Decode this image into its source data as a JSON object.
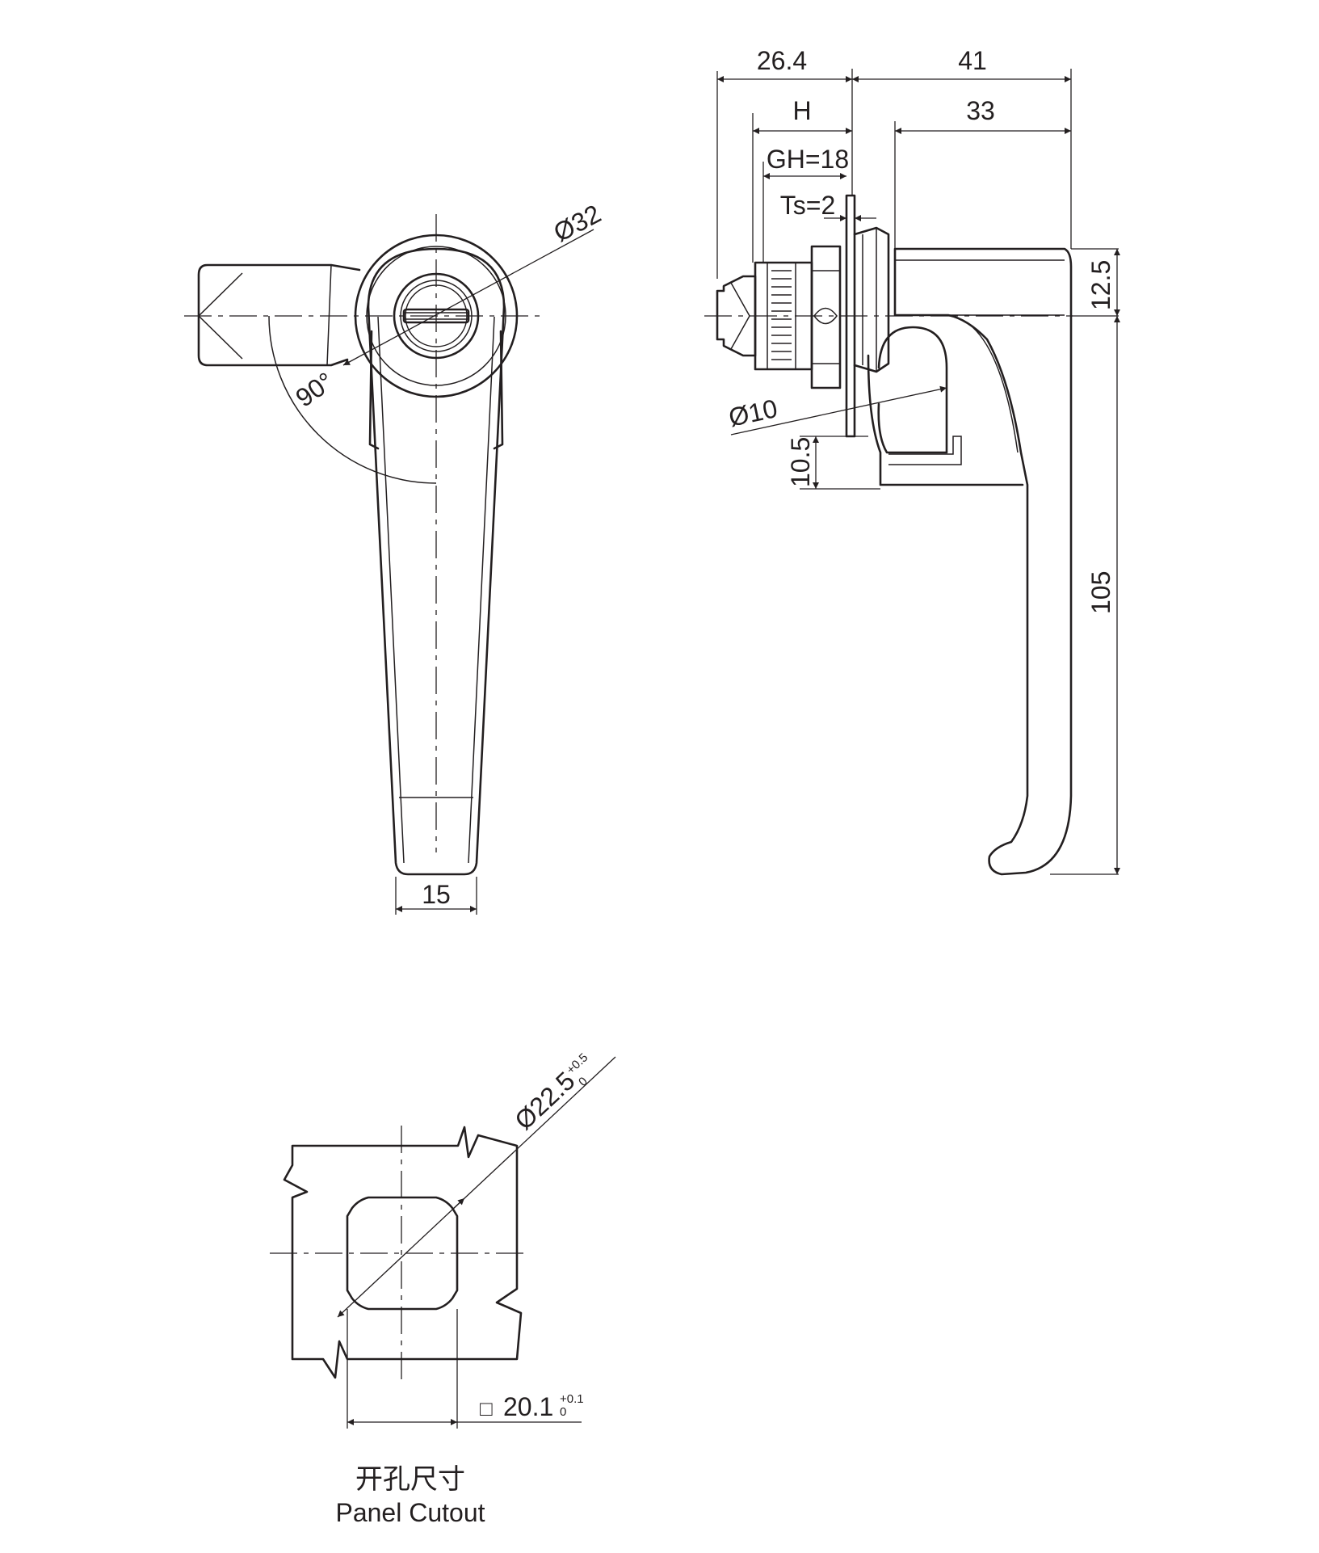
{
  "front_view": {
    "diameter_label": "Ø32",
    "angle_label": "90°",
    "width_label": "15"
  },
  "side_view": {
    "overall_depth_label": "26.4",
    "total_length_label": "41",
    "h_label": "H",
    "gh_label": "GH=18",
    "ts_label": "Ts=2",
    "handle_length_label": "33",
    "offset_label": "12.5",
    "height_label": "105",
    "hole_label": "Ø10",
    "lip_label": "10.5"
  },
  "cutout": {
    "diameter_label": "Ø22.5",
    "diameter_tol_upper": "+0.5",
    "diameter_tol_lower": "0",
    "square_symbol": "□",
    "square_label": "20.1",
    "square_tol_upper": "+0.1",
    "square_tol_lower": "0",
    "caption_cn": "开孔尺寸",
    "caption_en": "Panel Cutout"
  }
}
